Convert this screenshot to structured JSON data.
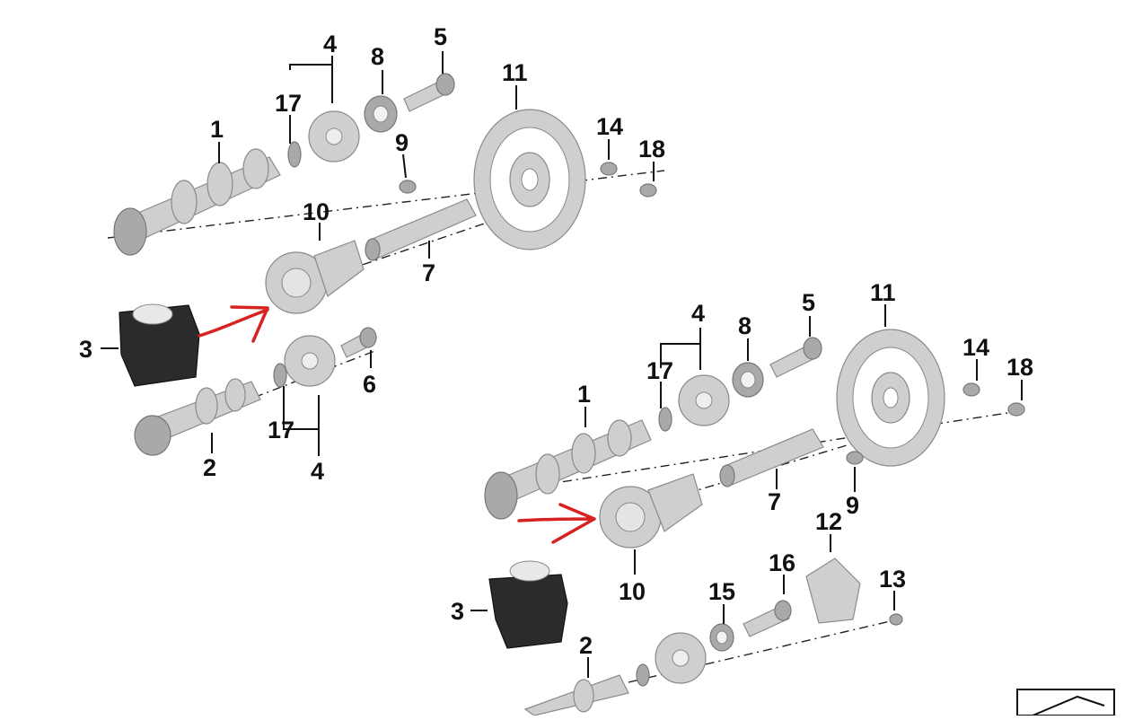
{
  "diagram": {
    "colors": {
      "metal": "#cfcfcf",
      "dark_part": "#2b2b2b",
      "arrow": "#d6231f",
      "line": "#111111"
    },
    "assemblies": [
      {
        "id": "assembly-a",
        "labels": {
          "p1": "1",
          "p3": "3",
          "p4a": "4",
          "p4b": "4",
          "p5": "5",
          "p6": "6",
          "p7": "7",
          "p8": "8",
          "p9": "9",
          "p10": "10",
          "p11": "11",
          "p14": "14",
          "p17a": "17",
          "p17b": "17",
          "p18": "18",
          "p2": "2"
        }
      },
      {
        "id": "assembly-b",
        "labels": {
          "p1": "1",
          "p2": "2",
          "p3": "3",
          "p4": "4",
          "p5": "5",
          "p7": "7",
          "p8": "8",
          "p9": "9",
          "p10": "10",
          "p11": "11",
          "p12": "12",
          "p13": "13",
          "p14": "14",
          "p15": "15",
          "p16": "16",
          "p17": "17",
          "p18": "18"
        }
      }
    ],
    "icons": {
      "annotation": "red-arrow-icon",
      "corner": "toolbox-icon"
    }
  }
}
